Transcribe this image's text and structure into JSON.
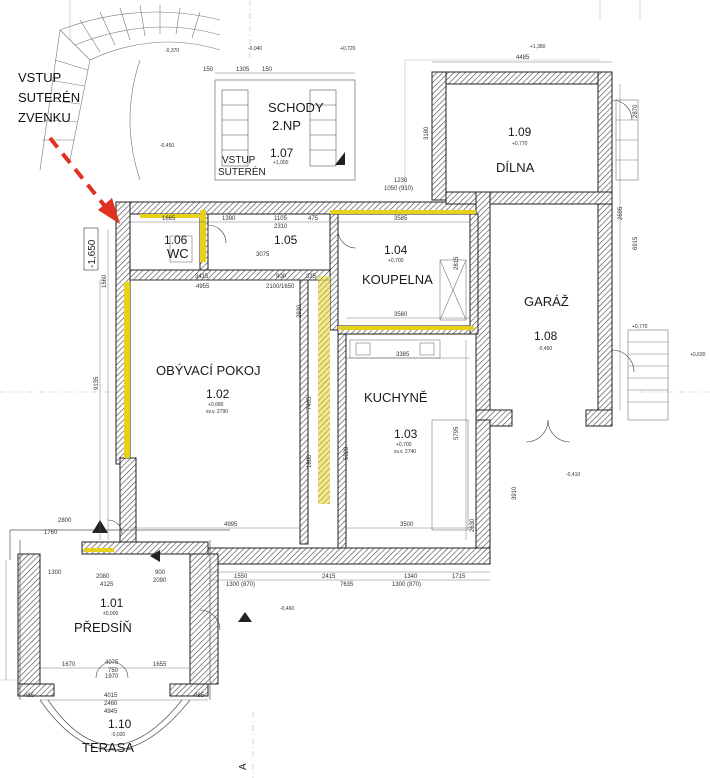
{
  "rooms": {
    "r101": {
      "num": "1.01",
      "name": "PŘEDSÍŇ",
      "elev": "±0,000"
    },
    "r102": {
      "num": "1.02",
      "name": "OBÝVACÍ POKOJ",
      "elev": "+0,680",
      "extra": "sv.v. 2790"
    },
    "r103": {
      "num": "1.03",
      "name": "KUCHYNĚ",
      "elev": "+0,700",
      "extra": "sv.v. 2740"
    },
    "r104": {
      "num": "1.04",
      "name": "KOUPELNA",
      "elev": "+0,700"
    },
    "r105": {
      "num": "1.05"
    },
    "r106": {
      "num": "1.06",
      "name": "WC"
    },
    "r107": {
      "num": "1.07",
      "elev": "+1,000",
      "name1": "SCHODY",
      "name2": "2.NP",
      "name3": "VSTUP",
      "name4": "SUTERÉN"
    },
    "r108": {
      "num": "1.08",
      "name": "GARÁŽ",
      "elev": "-0,450"
    },
    "r109": {
      "num": "1.09",
      "name": "DÍLNA",
      "elev": "+0,770"
    },
    "r110": {
      "num": "1.10",
      "name": "TERASA",
      "elev": "-0,020"
    }
  },
  "entrance": {
    "line1": "VSTUP",
    "line2": "SUTERÉN",
    "line3": "ZVENKU"
  },
  "levels": {
    "l1": "-1,650",
    "l2": "-0,370",
    "l3": "-0,040",
    "l4": "+0,720",
    "l5": "+1,380",
    "l6": "-0,450",
    "l7": "+0,770",
    "l8": "+0,630",
    "l9": "-0,410",
    "l10": "-0,460"
  },
  "dims": {
    "d1": "4485",
    "d2": "1305",
    "d3": "150",
    "d4": "150",
    "d5": "1665",
    "d6": "1390",
    "d7": "1105",
    "d8": "2310",
    "d9": "475",
    "d10": "3585",
    "d11": "3415",
    "d12": "900",
    "d13": "335",
    "d14": "4955",
    "d15": "2100/1650",
    "d16": "3560",
    "d17": "3385",
    "d18": "4995",
    "d19": "3500",
    "d20": "2800",
    "d21": "1760",
    "d22": "1300",
    "d23": "2080",
    "d24": "4125",
    "d25": "900",
    "d26": "2090",
    "d27": "1550",
    "d28": "1300 (870)",
    "d29": "2415",
    "d30": "1340",
    "d31": "1300 (870)",
    "d32": "1715",
    "d33": "7635",
    "d34": "1670",
    "d35": "750",
    "d36": "1655",
    "d37": "4075",
    "d38": "1970",
    "d39": "4015",
    "d40": "2460",
    "d41": "4945",
    "d42": "465",
    "d43": "465",
    "d44": "3075",
    "d45": "1230",
    "d46": "1050 (910)",
    "d47": "2930",
    "d48": "1560",
    "d49": "9135",
    "d50": "5795",
    "d51": "5020",
    "d52": "3910",
    "d53": "2695",
    "d54": "6915",
    "d55": "2870",
    "d56": "3180",
    "d57": "2815",
    "d58": "2630",
    "d59": "7405",
    "d60": "1860"
  },
  "misc": {
    "arrowA": "A"
  }
}
